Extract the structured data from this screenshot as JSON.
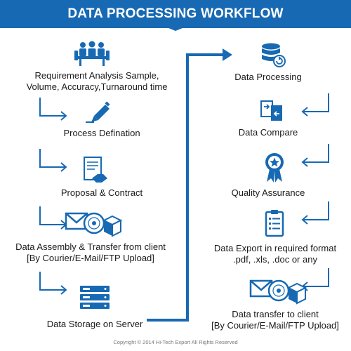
{
  "title": "DATA PROCESSING WORKFLOW",
  "colors": {
    "accent": "#1769b3",
    "text": "#1a1a1a",
    "footer": "#777777"
  },
  "left_steps": [
    {
      "icon": "meeting-icon",
      "lines": [
        "Requirement Analysis Sample,",
        "Volume, Accuracy,Turnaround time"
      ]
    },
    {
      "icon": "pen-icon",
      "lines": [
        "Process Defination"
      ]
    },
    {
      "icon": "contract-handshake-icon",
      "lines": [
        "Proposal & Contract"
      ]
    },
    {
      "icon": "mail-disc-package-icon",
      "lines": [
        "Data Assembly & Transfer from client",
        "[By Courier/E-Mail/FTP Upload]"
      ]
    },
    {
      "icon": "server-rack-icon",
      "lines": [
        "Data Storage on Server"
      ]
    }
  ],
  "right_steps": [
    {
      "icon": "database-refresh-icon",
      "lines": [
        "Data Processing"
      ]
    },
    {
      "icon": "compare-documents-icon",
      "lines": [
        "Data Compare"
      ]
    },
    {
      "icon": "quality-ribbon-icon",
      "lines": [
        "Quality Assurance"
      ]
    },
    {
      "icon": "checklist-icon",
      "lines": [
        "Data Export in required format",
        ".pdf, .xls, .doc or any"
      ]
    },
    {
      "icon": "mail-disc-package-icon",
      "lines": [
        "Data transfer to client",
        "[By Courier/E-Mail/FTP Upload]"
      ]
    }
  ],
  "footer": "Copyright © 2014 Hi-Tech Export  All Rights Reserved"
}
